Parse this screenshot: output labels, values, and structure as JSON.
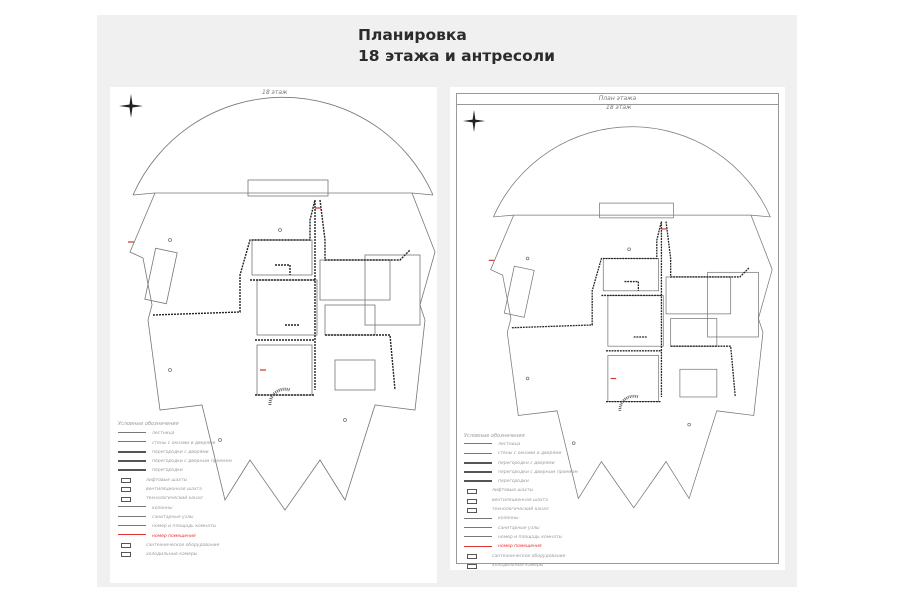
{
  "title": {
    "line1": "Планировка",
    "line2": "18 этажа и антресоли"
  },
  "sheets": [
    {
      "floor_label": "18 этаж"
    },
    {
      "header": "План этажа",
      "floor_label": "18 этаж"
    }
  ],
  "legend": {
    "heading": "Условные обозначения",
    "items": [
      "лестница",
      "стены с окнами и дверями",
      "перегородки с дверями",
      "перегородки с дверным проемом",
      "перегородки",
      "лифтовые шахты",
      "вентиляционная шахта",
      "технологический канал",
      "колонны",
      "санитарные узлы",
      "номер и площадь комнаты",
      "номер помещения",
      "сантехническое оборудование",
      "холодильные камеры"
    ]
  },
  "colors": {
    "background": "#f0f0f0",
    "line": "#555555",
    "accent": "#d33333"
  }
}
